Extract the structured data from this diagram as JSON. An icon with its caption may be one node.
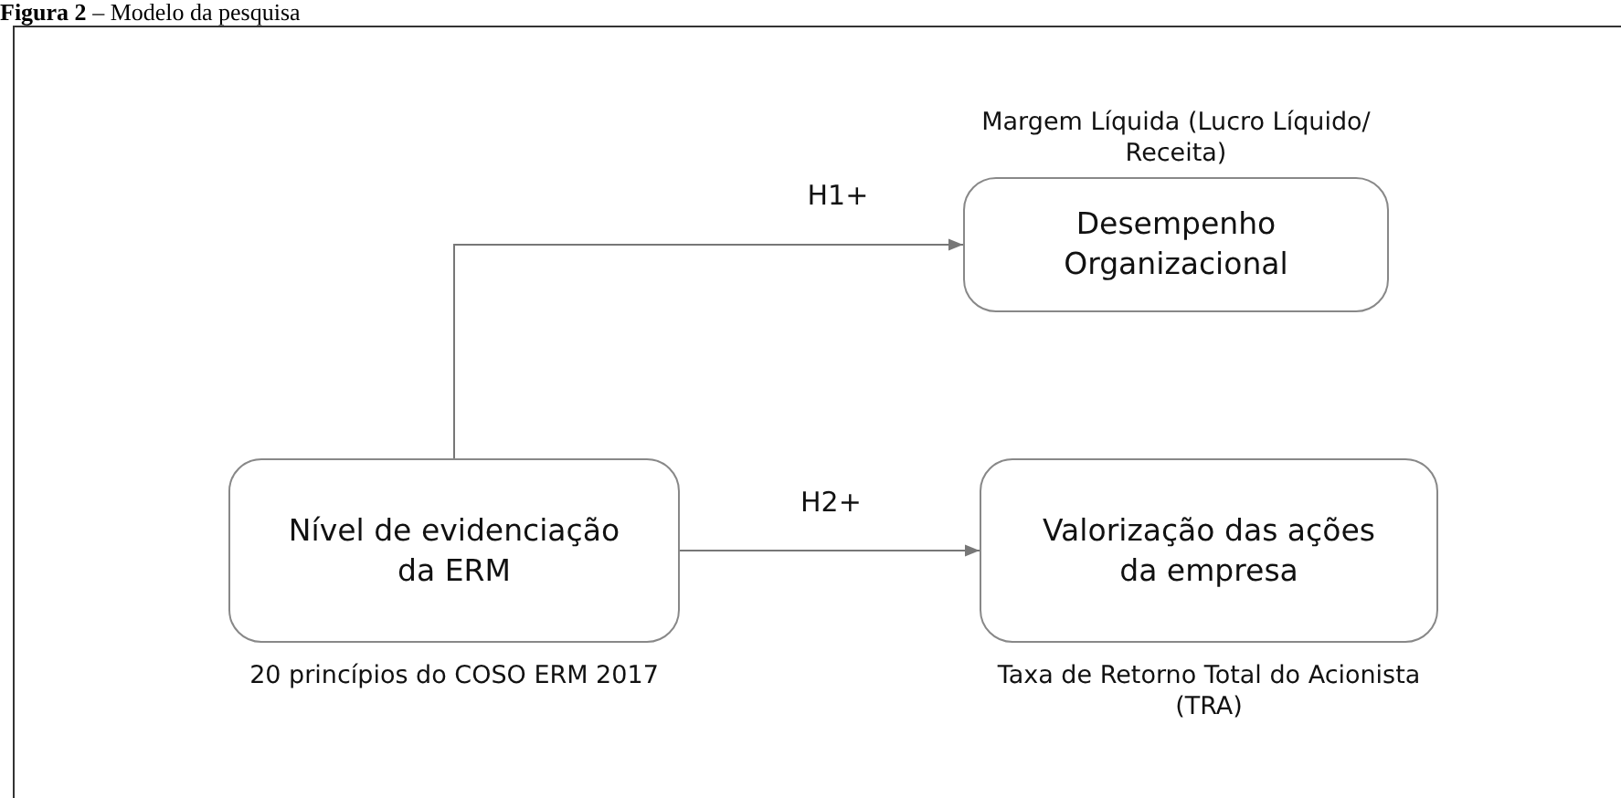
{
  "diagram": {
    "title": "**Figura 2** – Modelo da pesquisa",
    "nodes": [
      {
        "text": [
          "Desempenho Organizacional"
        ],
        "beside": [
          "Margem Líquida (Lucro Líquido/ Receita)"
        ]
      },
      {
        "text": [
          "Nível de evidenciação da ERM"
        ],
        "beside": [
          "20 princípios do COSO ERM 2017"
        ]
      },
      {
        "text": [
          "Valorização das ações da empresa"
        ],
        "beside": [
          "Taxa de Retorno Total do Acionista (TRA)"
        ]
      }
    ],
    "edges": [
      {
        "from": 1,
        "to": 0,
        "arrow": "to",
        "label": "H1+"
      },
      {
        "from": 1,
        "to": 2,
        "arrow": "to",
        "label": "H2+"
      }
    ]
  }
}
